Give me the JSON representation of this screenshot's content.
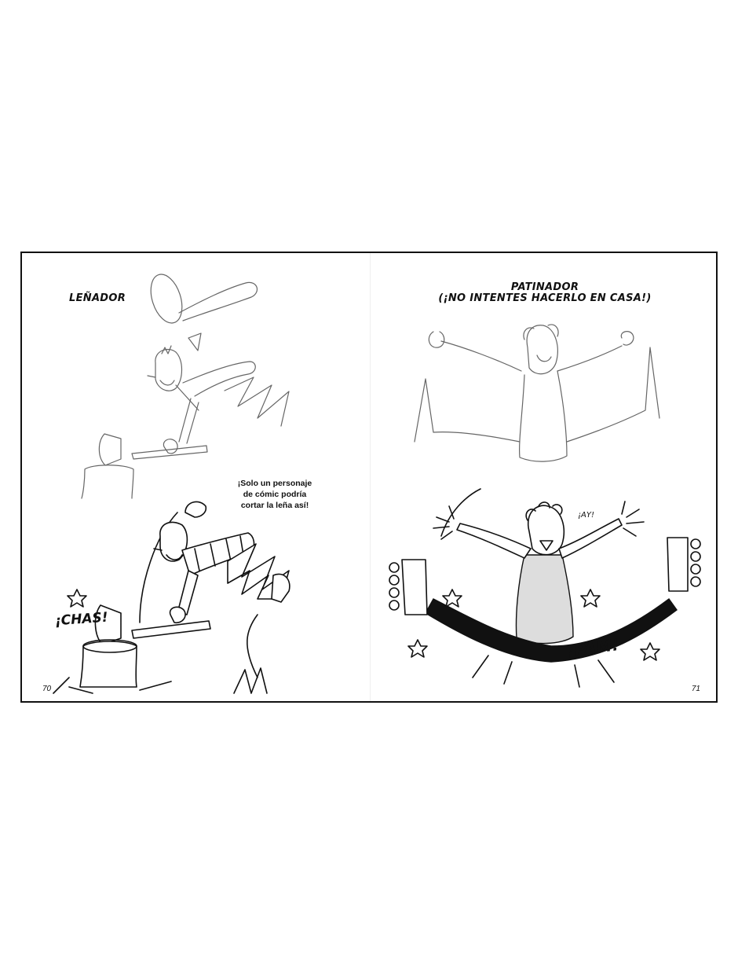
{
  "left_page": {
    "title": "LEÑADOR",
    "caption_lines": [
      "¡Solo un personaje",
      "de cómic podría",
      "cortar la leña así!"
    ],
    "sound_effect": "¡CHAS!",
    "page_number": "70"
  },
  "right_page": {
    "title_line1": "PATINADOR",
    "title_line2": "(¡NO INTENTES HACERLO EN CASA!)",
    "sound_effect_small": "¡AY!",
    "sound_effect_big": "¡PAM!",
    "page_number": "71"
  }
}
